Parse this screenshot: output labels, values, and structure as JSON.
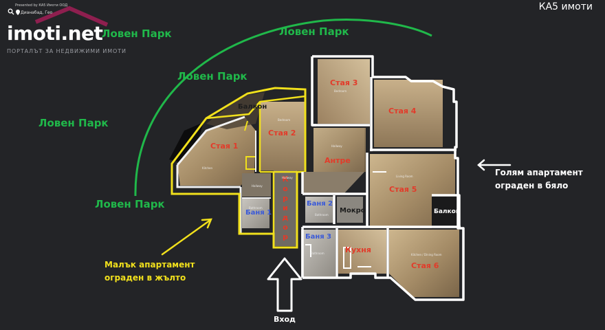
{
  "header": {
    "presented_by": "Presented by КА5 Имоти ООД",
    "address": "Дианабад, Гео",
    "brand_name": "imoti.net",
    "brand_tagline": "ПОРТАЛЪТ ЗА НЕДВИЖИМИ ИМОТИ",
    "agency": "КА5 имоти",
    "icons": [
      "search-icon",
      "location-pin-icon",
      "house-roof-logo"
    ]
  },
  "park_labels": [
    "Ловен Парк",
    "Ловен Парк",
    "Ловен Парк",
    "Ловен Парк",
    "Ловен Парк"
  ],
  "notes": {
    "small_apartment_line1": "Малък апартамент",
    "small_apartment_line2": "ограден в жълто",
    "large_apartment_line1": "Голям апартамент",
    "large_apartment_line2": "ограден в бяло",
    "entrance": "Вход"
  },
  "rooms": {
    "room3": "Стая 3",
    "room4": "Стая 4",
    "room1": "Стая 1",
    "room2": "Стая 2",
    "hall": "Антре",
    "room5": "Стая 5",
    "bath1": "Баня 1",
    "bath2": "Баня 2",
    "bath3": "Баня 3",
    "wet": "Мокро",
    "kitchen": "Кухня",
    "room6": "Стая 6",
    "balcony_left": "Балкон",
    "balcony_right": "Балкон",
    "corridor_letters": [
      "К",
      "о",
      "р",
      "и",
      "д",
      "о",
      "р"
    ]
  },
  "tiny_labels": {
    "bedroom_3": "Bedroom",
    "bedroom_2": "Bedroom",
    "kitchen_1": "Kitchen",
    "hallway_1": "Hallway",
    "hallway_2": "Hallway",
    "hallway_3": "Hallway",
    "living_room": "Living Room",
    "bathroom_1": "Bathroom",
    "bathroom_2": "Bathroom",
    "bathroom_3": "Bathroom",
    "kitchen_dining": "Kitchen / Dining Room"
  },
  "colors": {
    "background": "#232427",
    "park_green": "#20b84a",
    "small_apartment_outline": "#f1e01c",
    "large_apartment_outline": "#ffffff",
    "room_label_red": "#e23b2a",
    "bath_label_blue": "#3a5ad8",
    "floor_tone": "#b9a280"
  }
}
